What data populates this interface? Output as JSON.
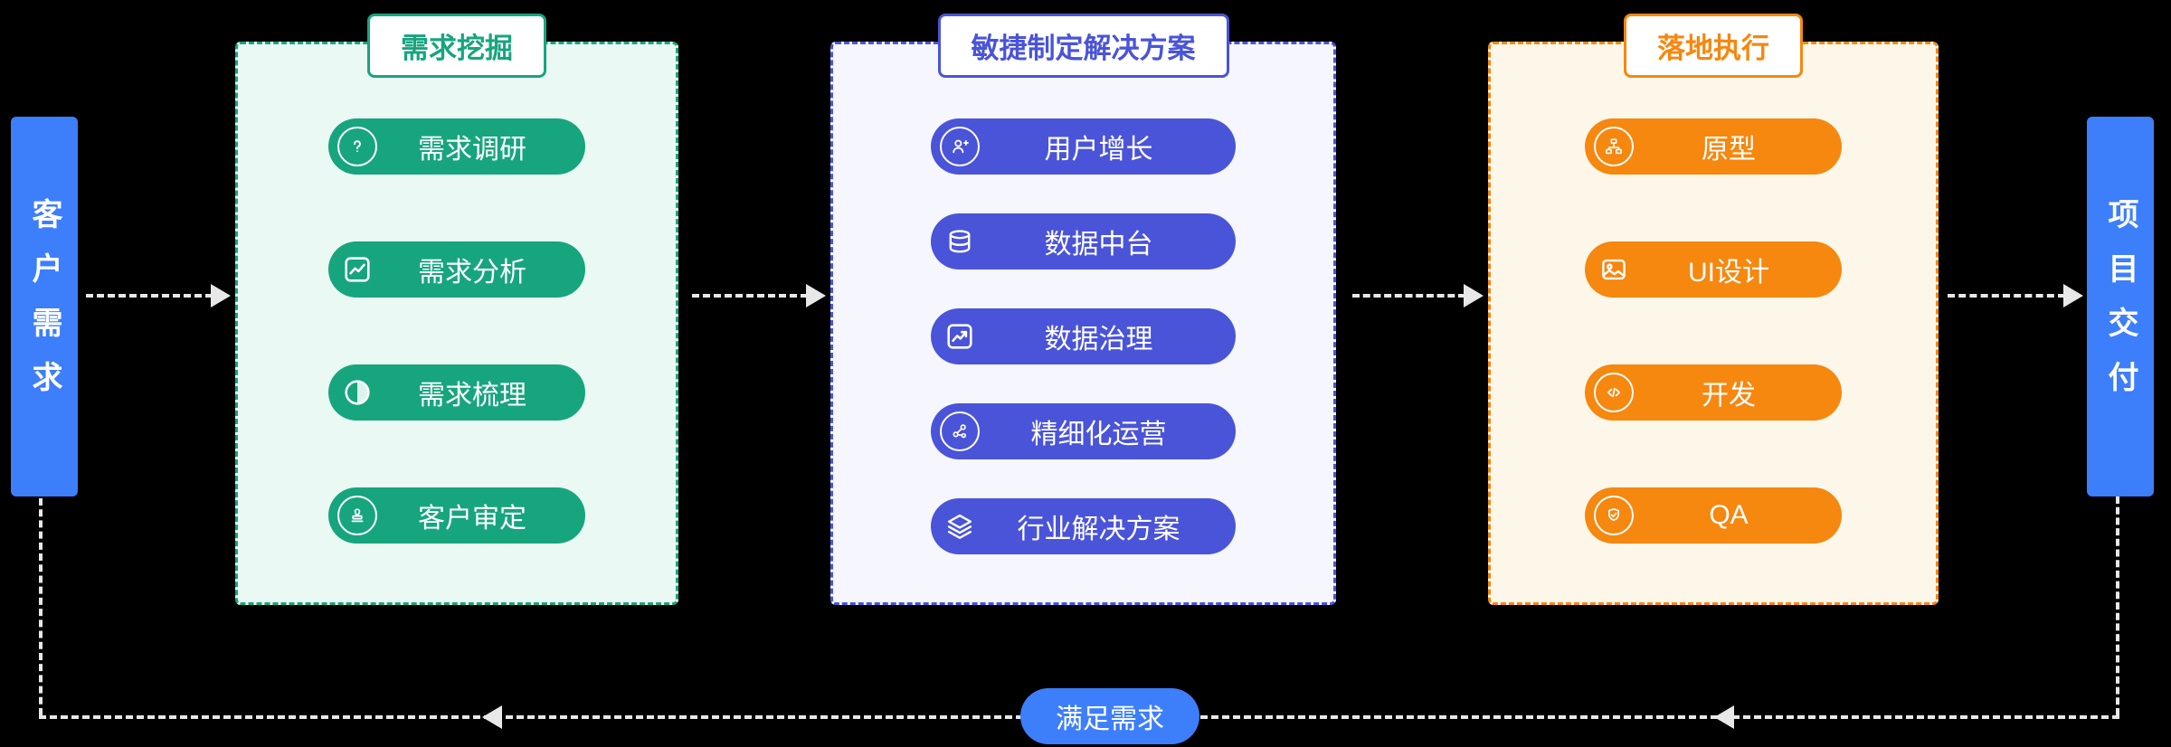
{
  "background_color": "#000000",
  "arrow_color": "#E8E8E8",
  "endpoints": {
    "left": {
      "label": "客户需求",
      "color": "#3D7EFB"
    },
    "right": {
      "label": "项目交付",
      "color": "#3D7EFB"
    }
  },
  "panels": [
    {
      "title": "需求挖掘",
      "accent_color": "#17A57E",
      "background_color": "#EAF9F3",
      "items": [
        {
          "label": "需求调研",
          "icon": "question-icon"
        },
        {
          "label": "需求分析",
          "icon": "line-chart-icon"
        },
        {
          "label": "需求梳理",
          "icon": "pie-chart-icon"
        },
        {
          "label": "客户审定",
          "icon": "stamp-icon"
        }
      ]
    },
    {
      "title": "敏捷制定解决方案",
      "accent_color": "#4A54D8",
      "background_color": "#F5F6FE",
      "items": [
        {
          "label": "用户增长",
          "icon": "user-plus-icon"
        },
        {
          "label": "数据中台",
          "icon": "database-icon"
        },
        {
          "label": "数据治理",
          "icon": "chart-board-icon"
        },
        {
          "label": "精细化运营",
          "icon": "network-icon"
        },
        {
          "label": "行业解决方案",
          "icon": "layers-icon"
        }
      ]
    },
    {
      "title": "落地执行",
      "accent_color": "#F6870F",
      "background_color": "#FDF7EA",
      "items": [
        {
          "label": "原型",
          "icon": "sitemap-icon"
        },
        {
          "label": "UI设计",
          "icon": "image-icon"
        },
        {
          "label": "开发",
          "icon": "code-icon"
        },
        {
          "label": "QA",
          "icon": "shield-check-icon"
        }
      ]
    }
  ],
  "feedback": {
    "label": "满足需求",
    "color": "#3D7EFB"
  }
}
